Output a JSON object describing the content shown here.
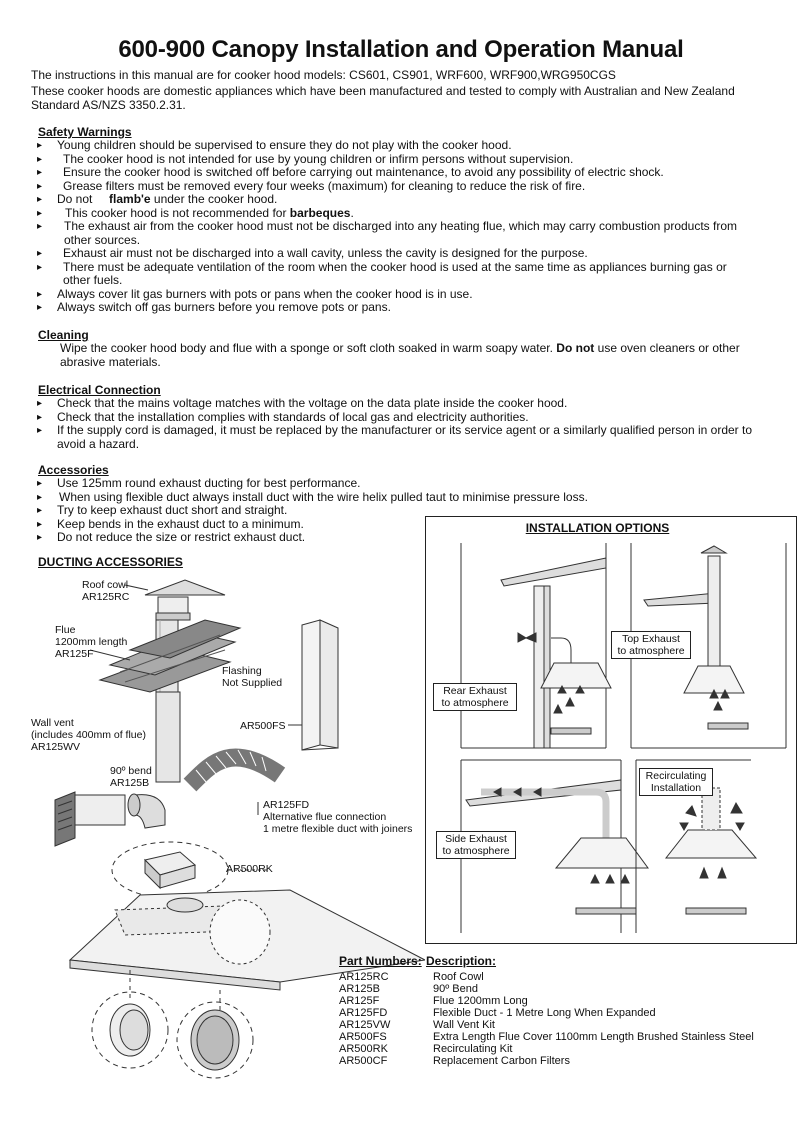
{
  "title": "600-900 Canopy Installation and Operation Manual",
  "intro": [
    "The instructions in this manual are for cooker hood models: CS601, CS901, WRF600, WRF900,WRG950CGS",
    "These cooker hoods are domestic appliances which have been manufactured and tested to comply with Australian and New Zealand Standard AS/NZS 3350.2.31."
  ],
  "safety": {
    "heading": "Safety Warnings",
    "items": [
      "Young children should be supervised to ensure they do not play with the cooker hood.",
      "The cooker hood is not intended for use by young children or infirm persons without supervision.",
      "Ensure the cooker hood is switched off before carrying out maintenance, to avoid any possibility of electric shock.",
      "Grease filters must be removed every four weeks (maximum) for cleaning to reduce the risk of fire.",
      "Do not",
      "This cooker hood is not recommended for",
      "The exhaust air from the cooker hood must not be discharged into any heating flue, which may carry combustion products from other sources.",
      "Exhaust air must not be discharged into a wall cavity, unless the cavity is designed for the purpose.",
      "There must be adequate ventilation of the room when the cooker hood is used at the same time as appliances burning gas or other fuels.",
      "Always cover lit gas burners with pots or pans when the cooker hood is in use.",
      "Always switch off gas burners before you remove pots or pans."
    ],
    "flambe": "flamb'e",
    "flambe_rest": "under the cooker hood.",
    "barbeques": "barbeques",
    "barbeques_end": "."
  },
  "cleaning": {
    "heading": "Cleaning",
    "text_a": "Wipe the cooker hood body and flue with a sponge or soft cloth soaked in warm soapy water.",
    "text_bold": "Do not",
    "text_b": "use oven cleaners or other abrasive materials."
  },
  "electrical": {
    "heading": "Electrical Connection",
    "items": [
      "Check that the mains voltage matches with the voltage on the data plate inside the cooker hood.",
      "Check that the installation complies with standards of local gas and electricity authorities.",
      "If the supply cord is damaged, it must be replaced by the manufacturer or its service agent or a similarly qualified person in order to avoid a hazard."
    ]
  },
  "accessories": {
    "heading": "Accessories",
    "items": [
      "Use 125mm round exhaust ducting for best performance.",
      "When using flexible duct always install duct with the wire helix pulled taut to minimise pressure loss.",
      "Try to keep exhaust duct short and straight.",
      "Keep bends in the exhaust duct to a minimum.",
      "Do not reduce the size or restrict exhaust duct."
    ]
  },
  "ducting": {
    "heading": "DUCTING ACCESSORIES",
    "labels": {
      "roof_cowl": "Roof cowl",
      "roof_cowl_code": "AR125RC",
      "flue": "Flue",
      "flue_len": "1200mm length",
      "flue_code": "AR125F",
      "flashing": "Flashing",
      "flashing2": "Not Supplied",
      "ar500fs": "AR500FS",
      "wall_vent": "Wall vent",
      "wall_vent2": "(includes 400mm of flue)",
      "wall_vent_code": "AR125WV",
      "bend": "90º bend",
      "bend_code": "AR125B",
      "fd_code": "AR125FD",
      "fd_1": "Alternative flue connection",
      "fd_2": "1 metre flexible duct with joiners",
      "rk": "AR500RK"
    }
  },
  "install": {
    "heading": "INSTALLATION OPTIONS",
    "rear": [
      "Rear Exhaust",
      "to atmosphere"
    ],
    "top": [
      "Top Exhaust",
      "to atmosphere"
    ],
    "side": [
      "Side Exhaust",
      "to atmosphere"
    ],
    "recirc": [
      "Recirculating",
      "Installation"
    ]
  },
  "parts": {
    "col1": "Part Numbers:",
    "col2": "Description:",
    "rows": [
      [
        "AR125RC",
        "Roof Cowl"
      ],
      [
        "AR125B",
        "90º Bend"
      ],
      [
        "AR125F",
        "Flue 1200mm Long"
      ],
      [
        "AR125FD",
        "Flexible Duct - 1 Metre Long When Expanded"
      ],
      [
        "AR125VW",
        "Wall Vent Kit"
      ],
      [
        "AR500FS",
        "Extra Length Flue Cover 1100mm Length Brushed Stainless Steel"
      ],
      [
        "AR500RK",
        "Recirculating Kit"
      ],
      [
        "AR500CF",
        "Replacement Carbon Filters"
      ]
    ]
  }
}
